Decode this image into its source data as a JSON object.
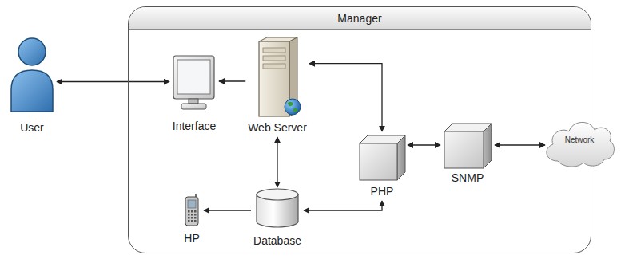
{
  "diagram": {
    "nodes": [
      {
        "text": [
          "User"
        ]
      },
      {
        "text": [
          "Manager"
        ]
      },
      {
        "text": [
          "Interface"
        ],
        "in": 1
      },
      {
        "text": [
          "Web Server"
        ],
        "in": 1
      },
      {
        "text": [
          "PHP"
        ],
        "in": 1
      },
      {
        "text": [
          "SNMP"
        ],
        "in": 1
      },
      {
        "text": [
          "HP"
        ],
        "in": 1
      },
      {
        "text": [
          "Database"
        ],
        "in": 1
      },
      {
        "text": [
          "Network"
        ]
      }
    ],
    "edges": [
      {
        "from": 0,
        "to": 2,
        "arrow": "both"
      },
      {
        "from": 3,
        "to": 2,
        "arrow": "to"
      },
      {
        "from": 3,
        "to": 4,
        "arrow": "both"
      },
      {
        "from": 3,
        "to": 7,
        "arrow": "both"
      },
      {
        "from": 7,
        "to": 6,
        "arrow": "to"
      },
      {
        "from": 7,
        "to": 4,
        "arrow": "both"
      },
      {
        "from": 4,
        "to": 5,
        "arrow": "both"
      },
      {
        "from": 5,
        "to": 8,
        "arrow": "both"
      }
    ]
  }
}
